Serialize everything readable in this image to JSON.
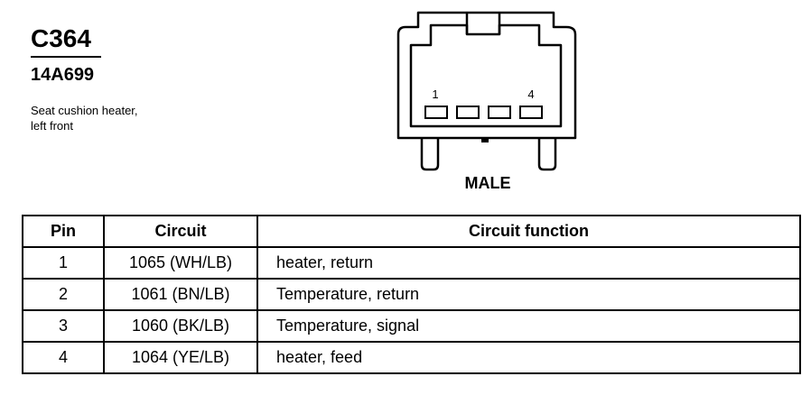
{
  "connector": {
    "id": "C364",
    "part_number": "14A699",
    "description_lines": [
      "Seat cushion heater,",
      "left front"
    ],
    "view": "MALE",
    "pin_labels": {
      "first": "1",
      "last": "4"
    }
  },
  "table": {
    "headers": {
      "pin": "Pin",
      "circuit": "Circuit",
      "function": "Circuit function"
    },
    "rows": [
      {
        "pin": "1",
        "circuit": "1065 (WH/LB)",
        "function": "heater, return"
      },
      {
        "pin": "2",
        "circuit": "1061 (BN/LB)",
        "function": "Temperature, return"
      },
      {
        "pin": "3",
        "circuit": "1060 (BK/LB)",
        "function": "Temperature, signal"
      },
      {
        "pin": "4",
        "circuit": "1064 (YE/LB)",
        "function": "heater, feed"
      }
    ]
  }
}
